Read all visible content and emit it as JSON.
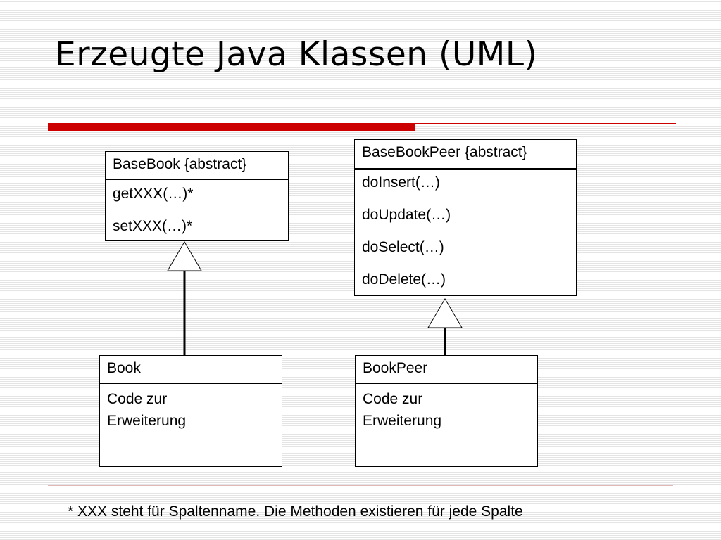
{
  "title": "Erzeugte Java Klassen (UML)",
  "accent_color": "#cc0000",
  "divider_color": "#cc0000",
  "classes": {
    "basebook": {
      "name": "BaseBook {abstract}",
      "methods": [
        "getXXX(…)*",
        "setXXX(…)*"
      ]
    },
    "basebookpeer": {
      "name": "BaseBookPeer {abstract}",
      "methods": [
        "doInsert(…)",
        "doUpdate(…)",
        "doSelect(…)",
        "doDelete(…)"
      ]
    },
    "book": {
      "name": "Book",
      "body": "Code zur Erweiterung"
    },
    "bookpeer": {
      "name": "BookPeer",
      "body": "Code zur Erweiterung"
    }
  },
  "footnote": "* XXX steht für Spaltenname. Die Methoden existieren für jede Spalte"
}
